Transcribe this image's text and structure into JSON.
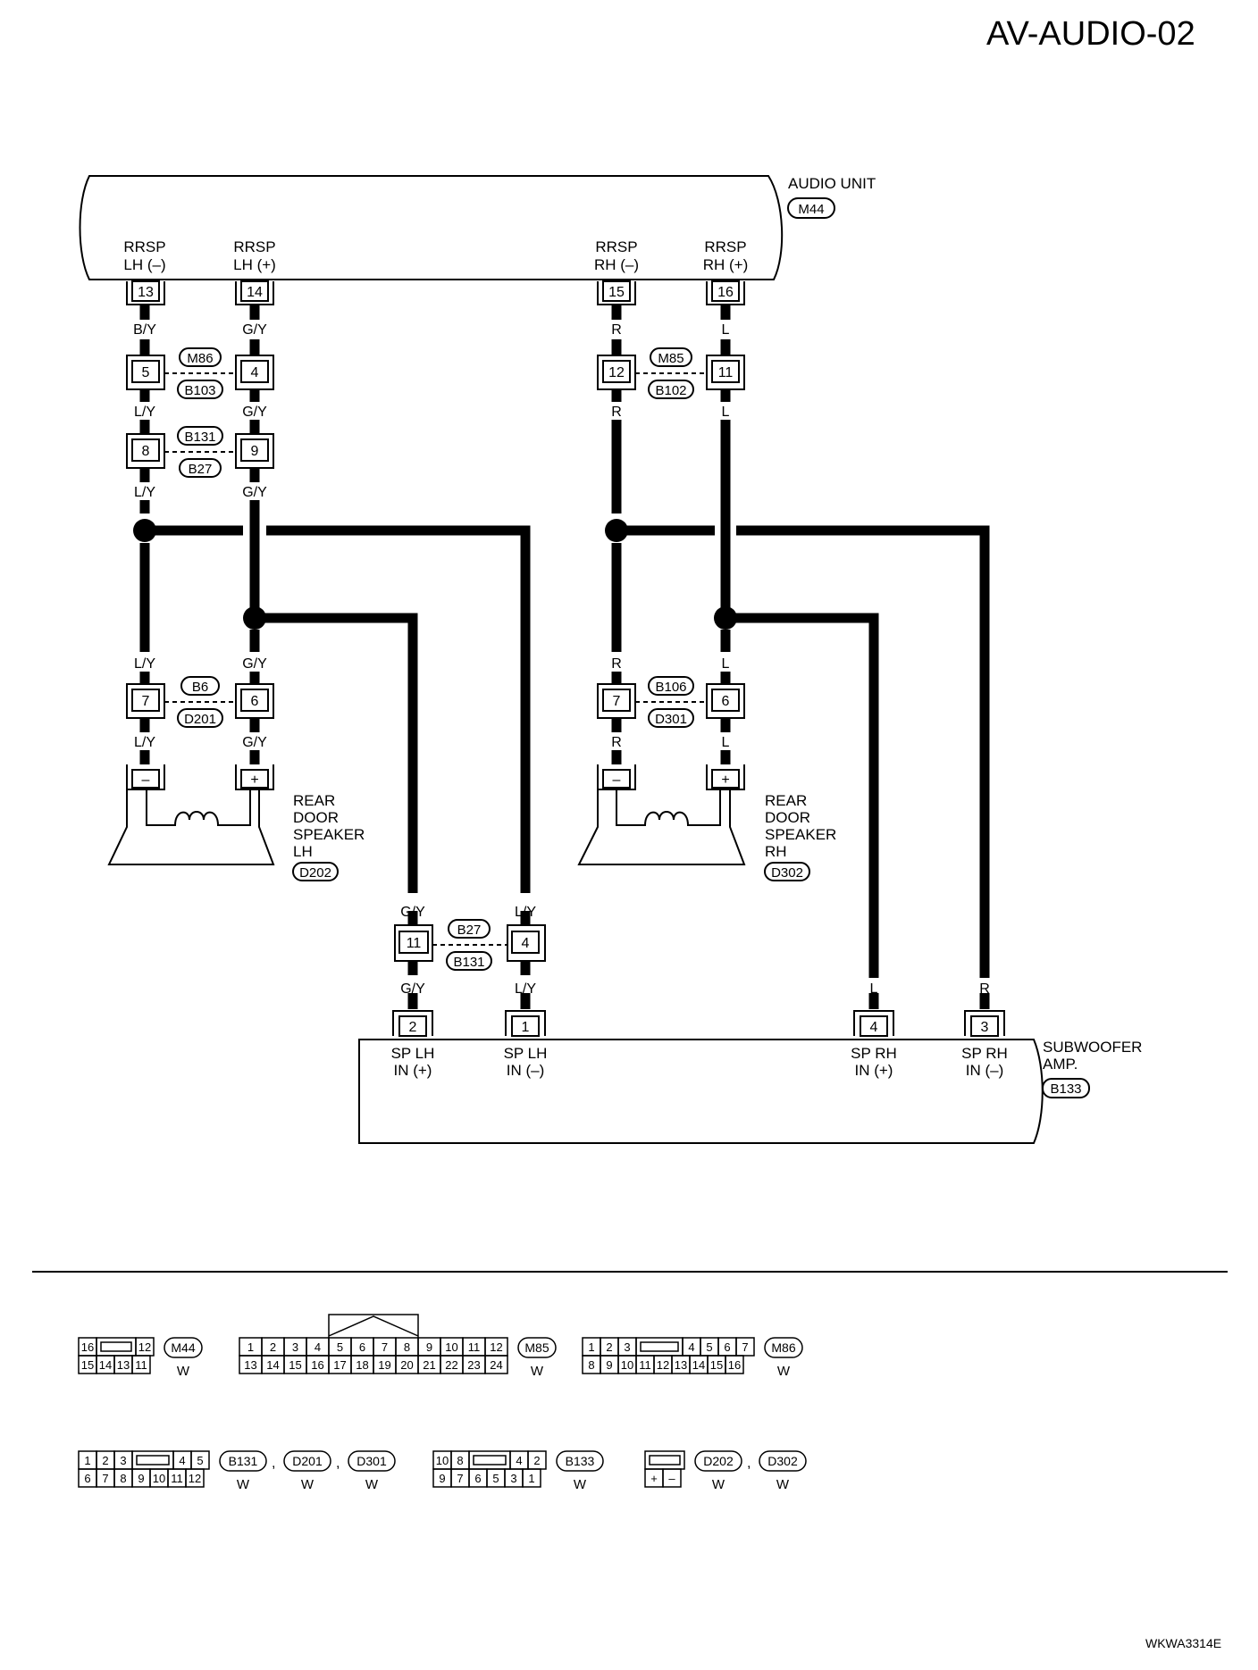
{
  "page_id": "AV-AUDIO-02",
  "figure_code": "WKWA3314E",
  "audio_unit": {
    "name": "AUDIO UNIT",
    "connector": "M44",
    "terminals": [
      {
        "pin": "13",
        "label1": "RRSP",
        "label2": "LH (–)"
      },
      {
        "pin": "14",
        "label1": "RRSP",
        "label2": "LH (+)"
      },
      {
        "pin": "15",
        "label1": "RRSP",
        "label2": "RH (–)"
      },
      {
        "pin": "16",
        "label1": "RRSP",
        "label2": "RH (+)"
      }
    ]
  },
  "wire_colors": {
    "by": "B/Y",
    "gy": "G/Y",
    "ly": "L/Y",
    "r": "R",
    "l": "L"
  },
  "junctions": {
    "lh_upper": {
      "pins": [
        "5",
        "4"
      ],
      "top": "M86",
      "bottom": "B103"
    },
    "lh_middle": {
      "pins": [
        "8",
        "9"
      ],
      "top": "B131",
      "bottom": "B27"
    },
    "rh_upper": {
      "pins": [
        "12",
        "11"
      ],
      "top": "M85",
      "bottom": "B102"
    },
    "lh_door": {
      "pins": [
        "7",
        "6"
      ],
      "top": "B6",
      "bottom": "D201"
    },
    "rh_door": {
      "pins": [
        "7",
        "6"
      ],
      "top": "B106",
      "bottom": "D301"
    },
    "sub_in": {
      "pins": [
        "11",
        "4"
      ],
      "top": "B27",
      "bottom": "B131"
    }
  },
  "speakers": {
    "lh": {
      "lines": [
        "REAR",
        "DOOR",
        "SPEAKER",
        "LH"
      ],
      "connector": "D202",
      "minus": "–",
      "plus": "+"
    },
    "rh": {
      "lines": [
        "REAR",
        "DOOR",
        "SPEAKER",
        "RH"
      ],
      "connector": "D302",
      "minus": "–",
      "plus": "+"
    }
  },
  "subwoofer": {
    "lines": [
      "SUBWOOFER",
      "AMP."
    ],
    "connector": "B133",
    "terminals": [
      {
        "pin": "2",
        "label1": "SP LH",
        "label2": "IN (+)"
      },
      {
        "pin": "1",
        "label1": "SP LH",
        "label2": "IN (–)"
      },
      {
        "pin": "4",
        "label1": "SP RH",
        "label2": "IN (+)"
      },
      {
        "pin": "3",
        "label1": "SP RH",
        "label2": "IN (–)"
      }
    ]
  },
  "legend": {
    "m44": {
      "rows": [
        [
          "16",
          "",
          "12"
        ],
        [
          "15",
          "14",
          "13",
          "11"
        ]
      ],
      "id": "M44",
      "color": "W"
    },
    "m85": {
      "rows": [
        [
          "1",
          "2",
          "3",
          "4",
          "5",
          "6",
          "7",
          "8",
          "9",
          "10",
          "11",
          "12"
        ],
        [
          "13",
          "14",
          "15",
          "16",
          "17",
          "18",
          "19",
          "20",
          "21",
          "22",
          "23",
          "24"
        ]
      ],
      "id": "M85",
      "color": "W"
    },
    "m86": {
      "rows": [
        [
          "1",
          "2",
          "3",
          "",
          "4",
          "5",
          "6",
          "7"
        ],
        [
          "8",
          "9",
          "10",
          "11",
          "12",
          "13",
          "14",
          "15",
          "16"
        ]
      ],
      "id": "M86",
      "color": "W"
    },
    "b131": {
      "rows": [
        [
          "1",
          "2",
          "3",
          "",
          "4",
          "5"
        ],
        [
          "6",
          "7",
          "8",
          "9",
          "10",
          "11",
          "12"
        ]
      ],
      "ids": [
        "B131",
        "D201",
        "D301"
      ],
      "colors": [
        "W",
        "W",
        "W"
      ],
      "sep": ","
    },
    "b133": {
      "rows": [
        [
          "10",
          "8",
          "",
          "4",
          "2"
        ],
        [
          "9",
          "7",
          "6",
          "5",
          "3",
          "1"
        ]
      ],
      "id": "B133",
      "color": "W"
    },
    "d202": {
      "rows": [
        [
          ""
        ],
        [
          "+",
          "–"
        ]
      ],
      "ids": [
        "D202",
        "D302"
      ],
      "colors": [
        "W",
        "W"
      ],
      "sep": ","
    }
  }
}
